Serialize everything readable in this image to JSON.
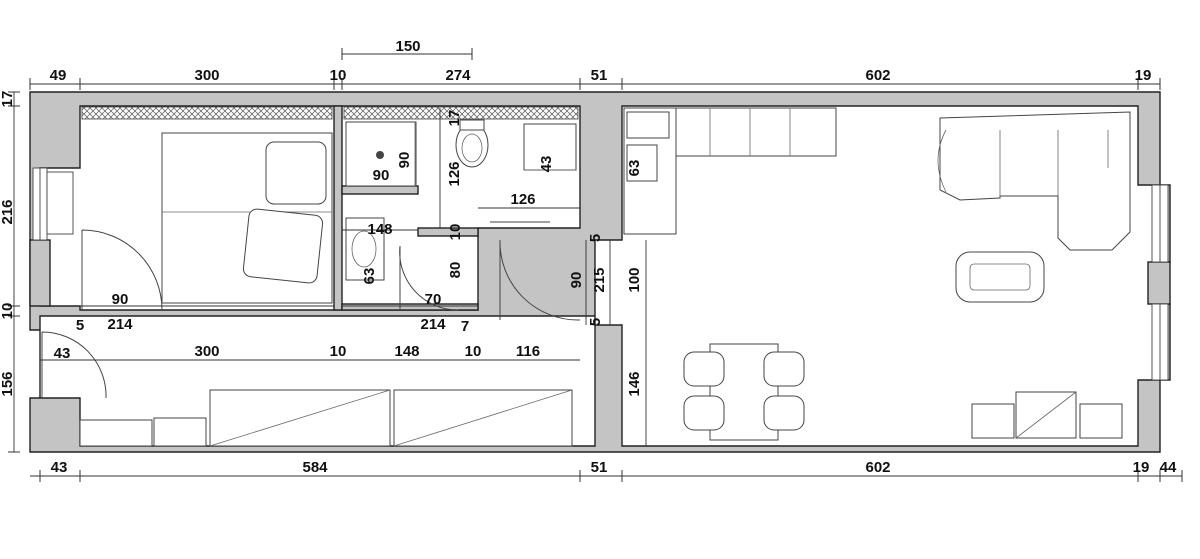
{
  "dimensions": {
    "top_row": [
      "49",
      "300",
      "10",
      "274",
      "51",
      "602",
      "19"
    ],
    "above_top": "150",
    "bottom_row": [
      "43",
      "584",
      "51",
      "602",
      "19",
      "44"
    ],
    "left_column": [
      "17",
      "216",
      "10",
      "156"
    ],
    "interior": {
      "bed_door": "90",
      "bed_width": "214",
      "bath_wc_gap": "17",
      "shower_w": "90",
      "shower_d": "90",
      "bath_height": "126",
      "basin_d": "43",
      "bath_width": "126",
      "vanity_w": "148",
      "wall_10": "10",
      "sink_d": "63",
      "bath_door_h": "80",
      "bath_door": "70",
      "bath_corr": "214",
      "jamb_7": "7",
      "jamb_5": "5",
      "corr_43": "43",
      "corr_300": "300",
      "corr_10a": "10",
      "corr_148": "148",
      "corr_10b": "10",
      "corr_116": "116",
      "door_5a": "5",
      "door_5b": "5",
      "main_door": "90",
      "door_opening": "215",
      "kitchen_100": "100",
      "kitchen_sink": "63",
      "kitchen_146": "146"
    }
  }
}
